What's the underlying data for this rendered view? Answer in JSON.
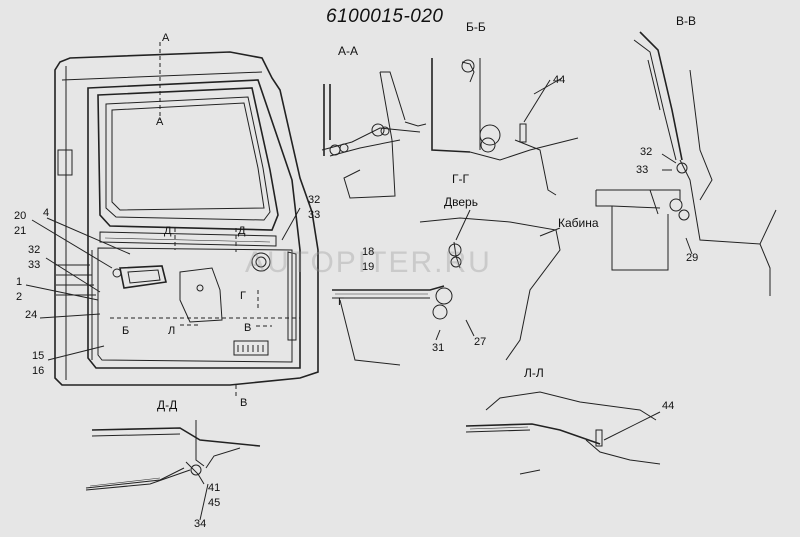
{
  "title": "6100015-020",
  "watermark": "AUTOPITER.RU",
  "sections": {
    "aa": "А-А",
    "bb": "Б-Б",
    "vv": "В-В",
    "gg": "Г-Г",
    "dd": "Д-Д",
    "ll": "Л-Л"
  },
  "cut_marks": {
    "a_top": "А",
    "a_mid": "А",
    "d_left": "Д",
    "d_right": "Д",
    "g": "Г",
    "g_section": "Г",
    "b": "Б",
    "l": "Л",
    "v_mid": "В",
    "v_bottom": "В"
  },
  "labels": {
    "door": "Дверь",
    "cabin": "Кабина"
  },
  "callouts": {
    "c4": "4",
    "c20": "20",
    "c21": "21",
    "c32a": "32",
    "c33a": "33",
    "c1": "1",
    "c2": "2",
    "c24": "24",
    "c15": "15",
    "c16": "16",
    "c32b": "32",
    "c33b": "33",
    "c44a": "44",
    "c32c": "32",
    "c33c": "33",
    "c29": "29",
    "c18": "18",
    "c19": "19",
    "c27": "27",
    "c31": "31",
    "c41": "41",
    "c45": "45",
    "c34": "34",
    "c44b": "44"
  }
}
